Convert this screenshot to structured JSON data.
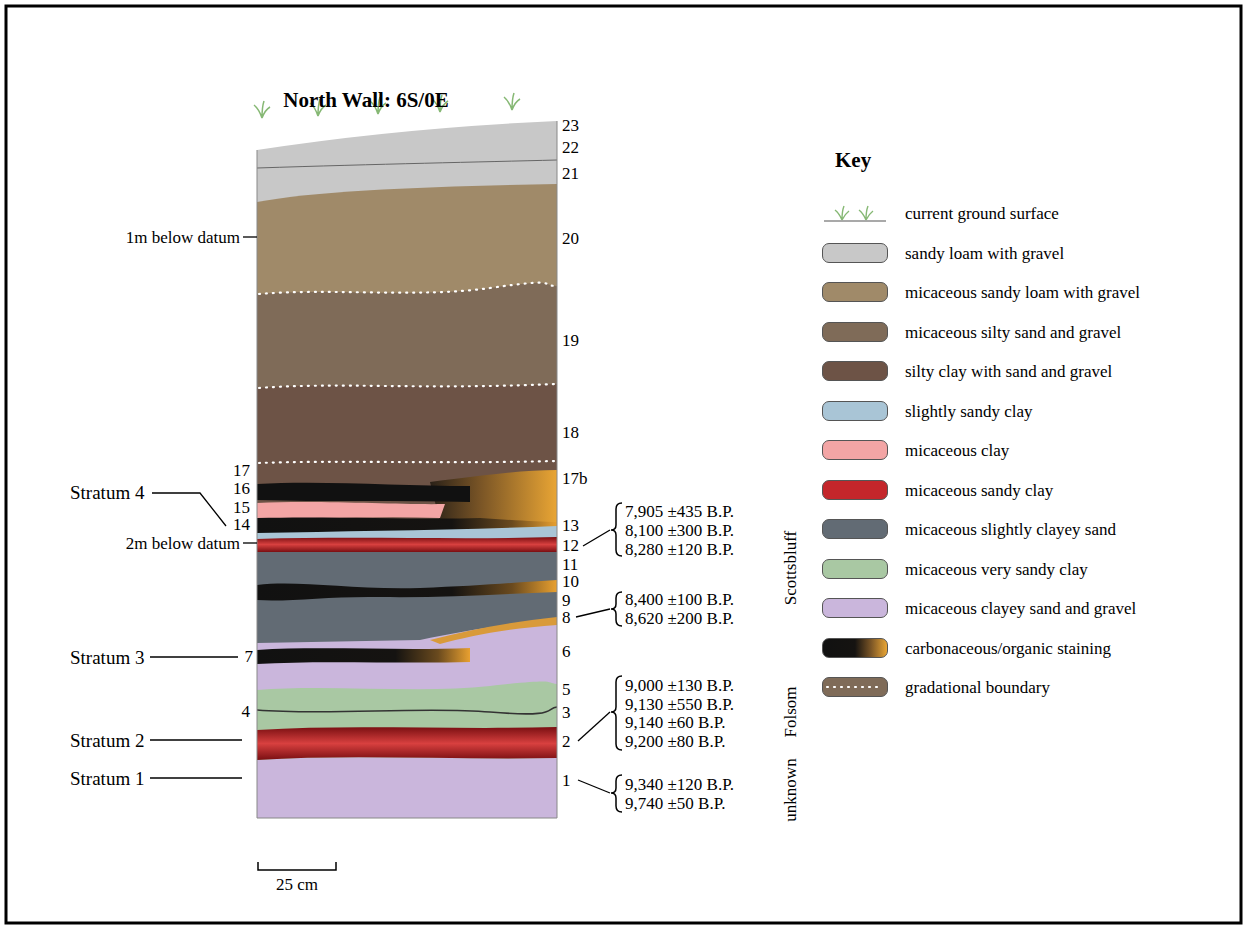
{
  "diagram": {
    "title": "North Wall: 6S/0E",
    "labels": [
      "Key",
      "1m below datum",
      "Stratum 4",
      "2m below datum",
      "Stratum 3",
      "Stratum 2",
      "Stratum 1",
      "17",
      "16",
      "15",
      "14",
      "7",
      "4",
      "23",
      "22",
      "21",
      "20",
      "19",
      "18",
      "17b",
      "13",
      "12",
      "11",
      "10",
      "9",
      "8",
      "6",
      "5",
      "3",
      "2",
      "1",
      "7,905 ±435 B.P.",
      "8,100 ±300 B.P.",
      "8,280 ±120 B.P.",
      "8,400 ±100 B.P.",
      "8,620 ±200 B.P.",
      "9,000 ±130 B.P.",
      "9,130 ±550 B.P.",
      "9,140 ±60 B.P.",
      "9,200 ±80 B.P.",
      "9,340 ±120 B.P.",
      "9,740 ±50 B.P.",
      "Scottsbluff",
      "Folsom",
      "unknown",
      "25 cm"
    ],
    "legend": [
      {
        "text": "current ground surface"
      },
      {
        "text": "sandy loam with gravel",
        "color": "#c8c8c8"
      },
      {
        "text": "micaceous sandy loam with gravel",
        "color": "#a08a69"
      },
      {
        "text": "micaceous silty sand and gravel",
        "color": "#7f6b58"
      },
      {
        "text": "silty clay with sand and gravel",
        "color": "#6d5346"
      },
      {
        "text": "slightly sandy clay",
        "color": "#a9c5d6"
      },
      {
        "text": "micaceous clay",
        "color": "#f3a5a5"
      },
      {
        "text": "micaceous sandy clay",
        "color": "#c4262b"
      },
      {
        "text": "micaceous slightly clayey sand",
        "color": "#626b74"
      },
      {
        "text": "micaceous very sandy clay",
        "color": "#a9c8a3"
      },
      {
        "text": "micaceous clayey sand and gravel",
        "color": "#cab6dc"
      },
      {
        "text": "carbonaceous/organic staining"
      },
      {
        "text": "gradational boundary"
      }
    ]
  }
}
